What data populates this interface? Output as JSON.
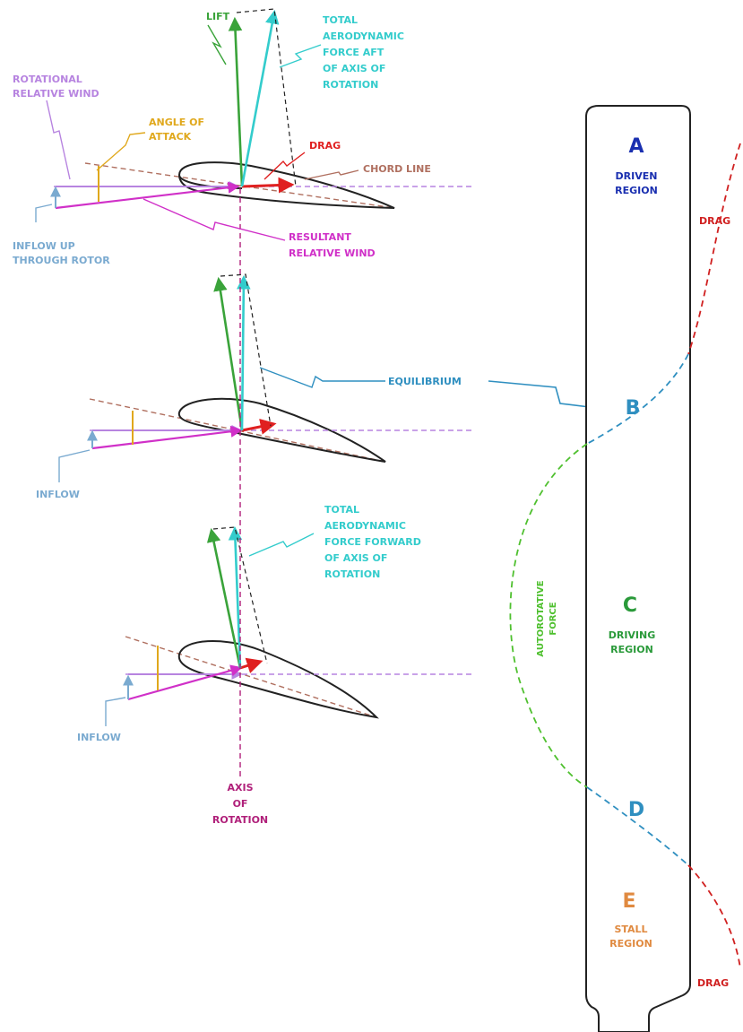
{
  "labels": {
    "lift": "LIFT",
    "taf_aft": [
      "TOTAL",
      "AERODYNAMIC",
      "FORCE AFT",
      "OF AXIS OF",
      "ROTATION"
    ],
    "rotational_relative_wind": [
      "ROTATIONAL",
      "RELATIVE WIND"
    ],
    "angle_of_attack": [
      "ANGLE OF",
      "ATTACK"
    ],
    "drag": "DRAG",
    "chord_line": "CHORD LINE",
    "inflow_up": [
      "INFLOW UP",
      "THROUGH ROTOR"
    ],
    "resultant_relative_wind": [
      "RESULTANT",
      "RELATIVE WIND"
    ],
    "equilibrium": "EQUILIBRIUM",
    "inflow": "INFLOW",
    "taf_forward": [
      "TOTAL",
      "AERODYNAMIC",
      "FORCE FORWARD",
      "OF AXIS OF",
      "ROTATION"
    ],
    "axis_of_rotation": [
      "AXIS",
      "OF",
      "ROTATION"
    ]
  },
  "blade": {
    "regions": [
      {
        "letter": "A",
        "lines": [
          "DRIVEN",
          "REGION"
        ]
      },
      {
        "letter": "B",
        "lines": []
      },
      {
        "letter": "C",
        "lines": [
          "DRIVING",
          "REGION"
        ]
      },
      {
        "letter": "D",
        "lines": []
      },
      {
        "letter": "E",
        "lines": [
          "STALL",
          "REGION"
        ]
      }
    ],
    "drag_top": "DRAG",
    "drag_bottom": "DRAG",
    "autorotative_force": [
      "AUTOROTATIVE",
      "FORCE"
    ]
  },
  "colors": {
    "lift": "#3aa33a",
    "taf": "#33cccc",
    "rotational": "#b784e0",
    "angle": "#e0a81c",
    "drag": "#e02020",
    "chord": "#b07060",
    "inflow": "#7aaad0",
    "resultant": "#d030c8",
    "equilibrium": "#2f8fc0",
    "axis": "#b0207a",
    "region_a": "#1a2fb0",
    "region_c": "#2a9a3a",
    "region_e": "#e08a40",
    "dashed_drag": "#d02020",
    "dashed_blue": "#2f8fc0",
    "dashed_green": "#4fc02f"
  }
}
